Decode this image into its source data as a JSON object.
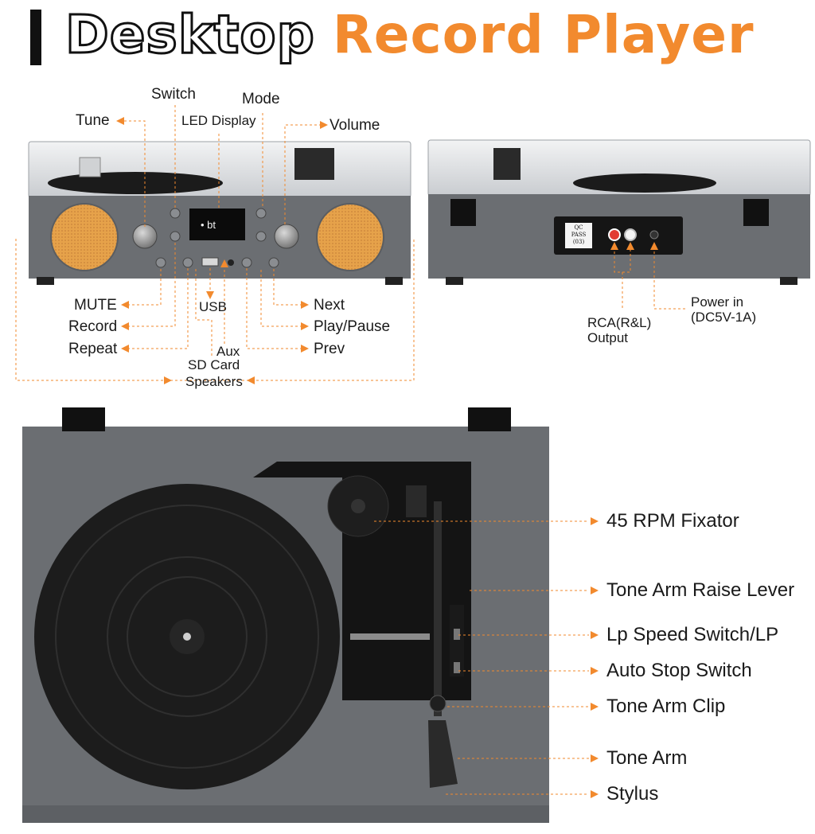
{
  "title": {
    "word1": "Desktop",
    "word2": "Record Player"
  },
  "colors": {
    "accent": "#f28a2e",
    "body": "#6b6e72",
    "speaker": "#e8a64a",
    "dark": "#111111"
  },
  "front_labels": {
    "switch": "Switch",
    "mode": "Mode",
    "tune": "Tune",
    "led_display": "LED Display",
    "volume": "Volume",
    "mute": "MUTE",
    "record": "Record",
    "repeat": "Repeat",
    "usb": "USB",
    "aux": "Aux",
    "sd_card": "SD Card",
    "speakers": "Speakers",
    "next": "Next",
    "play_pause": "Play/Pause",
    "prev": "Prev"
  },
  "back_labels": {
    "rca_line1": "RCA(R&L)",
    "rca_line2": "Output",
    "power_line1": "Power in",
    "power_line2": "(DC5V-1A)",
    "qc_line1": "QC",
    "qc_line2": "PASS",
    "qc_line3": "(03)"
  },
  "display_text": "• bt",
  "top_labels": {
    "fixator": "45 RPM Fixator",
    "raise_lever": "Tone Arm Raise Lever",
    "speed_switch": "Lp Speed Switch/LP",
    "auto_stop": "Auto Stop Switch",
    "arm_clip": "Tone Arm Clip",
    "tone_arm": "Tone Arm",
    "stylus": "Stylus"
  }
}
